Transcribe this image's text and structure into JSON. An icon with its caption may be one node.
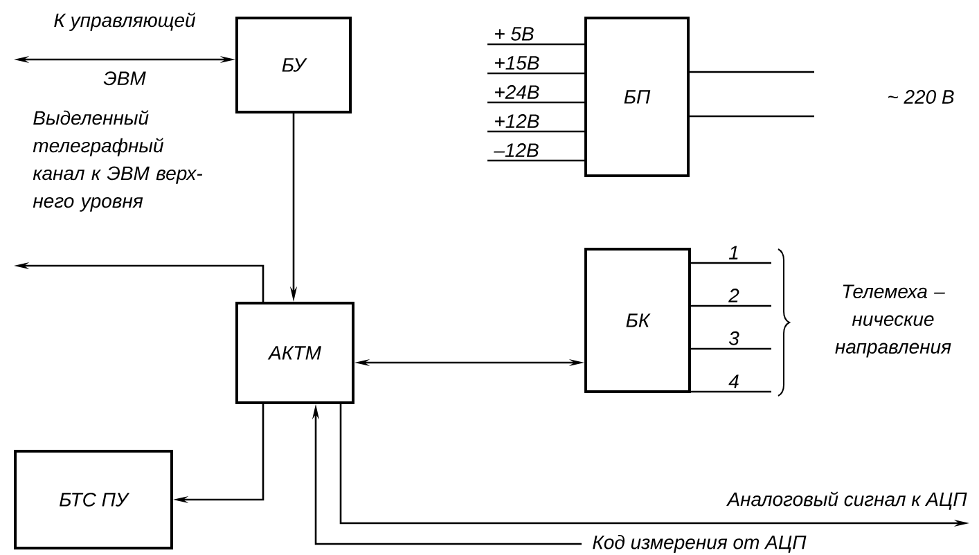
{
  "diagram": {
    "nodes": [
      {
        "text": [
          "БУ"
        ]
      },
      {
        "text": [
          "БП"
        ]
      },
      {
        "text": [
          "АКТМ"
        ]
      },
      {
        "text": [
          "БК"
        ]
      },
      {
        "text": [
          "БТС ПУ"
        ]
      }
    ],
    "edges": [
      {
        "from": null,
        "to": 0,
        "arrow": "both"
      },
      {
        "from": 0,
        "to": 2,
        "arrow": "to"
      },
      {
        "from": 2,
        "to": null,
        "arrow": "to",
        "label": "Выделенный телеграфный канал к ЭВМ верх- него уровня"
      },
      {
        "from": 2,
        "to": 3,
        "arrow": "both"
      },
      {
        "from": 2,
        "to": 4,
        "arrow": "to"
      },
      {
        "from": 2,
        "to": null,
        "arrow": "to",
        "label": "Аналоговый сигнал к АЦП"
      },
      {
        "from": null,
        "to": 2,
        "arrow": "to",
        "label": "Код измерения от АЦП"
      },
      {
        "from": null,
        "to": 1,
        "arrow": "none",
        "label": "+ 5В"
      },
      {
        "from": null,
        "to": 1,
        "arrow": "none",
        "label": "+15В"
      },
      {
        "from": null,
        "to": 1,
        "arrow": "none",
        "label": "+24В"
      },
      {
        "from": null,
        "to": 1,
        "arrow": "none",
        "label": "+12В"
      },
      {
        "from": null,
        "to": 1,
        "arrow": "none",
        "label": "–12В"
      },
      {
        "from": 1,
        "to": null,
        "arrow": "none"
      },
      {
        "from": 1,
        "to": null,
        "arrow": "none"
      },
      {
        "from": 3,
        "to": null,
        "arrow": "none",
        "label": "1"
      },
      {
        "from": 3,
        "to": null,
        "arrow": "none",
        "label": "2"
      },
      {
        "from": 3,
        "to": null,
        "arrow": "none",
        "label": "3"
      },
      {
        "from": 3,
        "to": null,
        "arrow": "none",
        "label": "4"
      }
    ],
    "labels": [
      "К управляющей",
      "ЭВМ",
      "~ 220 В",
      "Телемеха – нические направления"
    ]
  }
}
